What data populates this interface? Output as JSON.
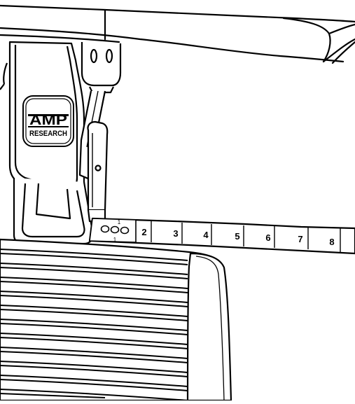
{
  "logo": {
    "brand_line1": "AMP",
    "brand_line2": "RESEARCH"
  },
  "ruler": {
    "hole_labels": [
      "1",
      "1"
    ],
    "position_labels": [
      "2",
      "3",
      "4",
      "5",
      "6",
      "7",
      "8"
    ]
  },
  "colors": {
    "line": "#000000",
    "fill": "#ffffff"
  }
}
